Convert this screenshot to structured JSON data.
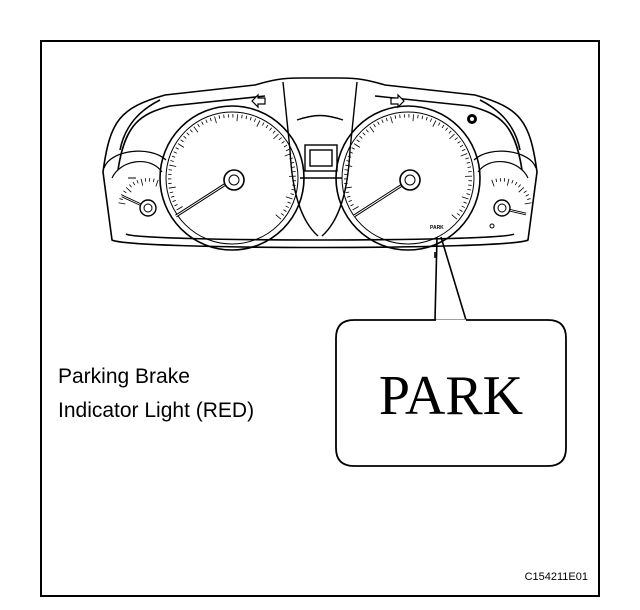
{
  "figure": {
    "label_line1": "Parking Brake",
    "label_line2": "Indicator Light (RED)",
    "callout_text": "PARK",
    "figure_code": "C154211E01",
    "tiny_indicator": "PARK"
  },
  "colors": {
    "ink": "#000000",
    "paper": "#ffffff"
  },
  "icons": [
    "left-turn-arrow-icon",
    "right-turn-arrow-icon",
    "warning-lamp-icon"
  ]
}
